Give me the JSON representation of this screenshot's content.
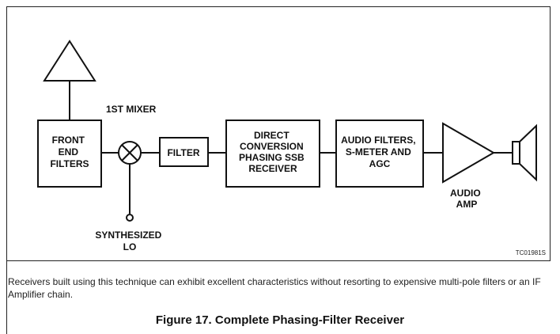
{
  "diagram": {
    "mixer_label": "1ST MIXER",
    "front_end": [
      "FRONT",
      "END",
      "FILTERS"
    ],
    "filter": "FILTER",
    "direct_conversion": [
      "DIRECT",
      "CONVERSION",
      "PHASING SSB",
      "RECEIVER"
    ],
    "audio_filters": [
      "AUDIO FILTERS,",
      "S-METER AND",
      "AGC"
    ],
    "audio_amp": [
      "AUDIO",
      "AMP"
    ],
    "synthesized_lo": [
      "SYNTHESIZED",
      "LO"
    ],
    "code": "TC01981S"
  },
  "caption": "Receivers built using this technique can exhibit excellent characteristics without resorting to expensive multi-pole filters or an IF Amplifier chain.",
  "figure_title": "Figure 17. Complete Phasing-Filter Receiver"
}
